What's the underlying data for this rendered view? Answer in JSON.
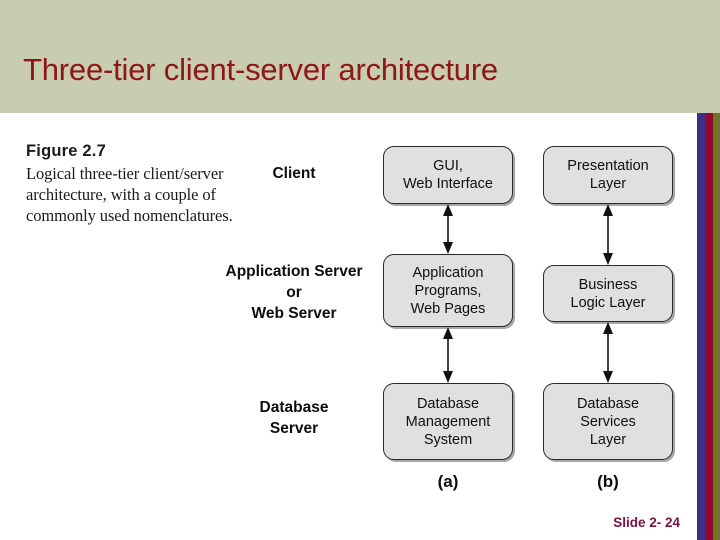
{
  "slide": {
    "title": "Three-tier client-server architecture",
    "title_color": "#8e1616",
    "band_color": "#c8ccb0",
    "footer": "Slide 2- 24",
    "footer_color": "#7c1040"
  },
  "stripes": [
    {
      "name": "blue",
      "color": "#3b3180"
    },
    {
      "name": "red",
      "color": "#8d0b32"
    },
    {
      "name": "olive",
      "color": "#74712b"
    }
  ],
  "caption": {
    "heading": "Figure 2.7",
    "body": "Logical three-tier client/server architecture, with a couple of commonly used nomenclatures."
  },
  "nomenclature": [
    "Client",
    "Application Server\nor\nWeb Server",
    "Database\nServer"
  ],
  "columns": [
    {
      "key": "a",
      "caption": "(a)",
      "nodes": [
        "GUI,\nWeb Interface",
        "Application\nPrograms,\nWeb Pages",
        "Database\nManagement\nSystem"
      ]
    },
    {
      "key": "b",
      "caption": "(b)",
      "nodes": [
        "Presentation\nLayer",
        "Business\nLogic Layer",
        "Database\nServices\nLayer"
      ]
    }
  ],
  "arrows": {
    "style": "double-headed",
    "count_per_column": 2
  }
}
